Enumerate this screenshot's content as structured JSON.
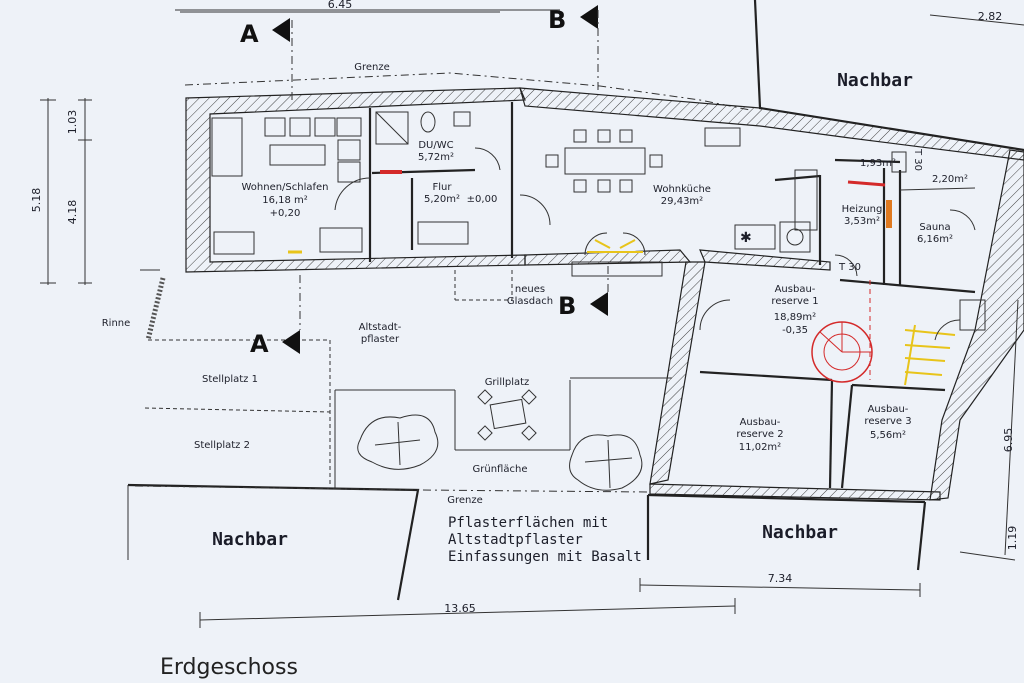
{
  "title": "Erdgeschoss",
  "sections": {
    "a_label": "A",
    "b_label": "B"
  },
  "neighbors": {
    "label": "Nachbar"
  },
  "boundary": {
    "label": "Grenze"
  },
  "rooms": {
    "wohnen": {
      "name": "Wohnen/Schlafen",
      "area": "16,18 m²",
      "level": "+0,20"
    },
    "duwc": {
      "name": "DU/WC",
      "area": "5,72m²"
    },
    "flur": {
      "name": "Flur",
      "area": "5,20m²",
      "level": "±0,00"
    },
    "kueche": {
      "name": "Wohnküche",
      "area": "29,43m²"
    },
    "heizung": {
      "name": "Heizung",
      "area": "3,53m²"
    },
    "sauna": {
      "name": "Sauna",
      "area": "6,16m²"
    },
    "small1": {
      "area": "1,93m²"
    },
    "small2": {
      "area": "2,20m²"
    },
    "res1": {
      "name1": "Ausbau-",
      "name2": "reserve 1",
      "area": "18,89m²",
      "level": "-0,35"
    },
    "res2": {
      "name1": "Ausbau-",
      "name2": "reserve 2",
      "area": "11,02m²"
    },
    "res3": {
      "name1": "Ausbau-",
      "name2": "reserve 3",
      "area": "5,56m²"
    }
  },
  "doors": {
    "t30a": "T 30",
    "t30b": "T 30"
  },
  "outdoor": {
    "gdach1": "neues",
    "gdach2": "Glasdach",
    "pflaster1": "Altstadt-",
    "pflaster2": "pflaster",
    "rinne": "Rinne",
    "stell1": "Stellplatz 1",
    "stell2": "Stellplatz 2",
    "grill": "Grillplatz",
    "gruen": "Grünfläche"
  },
  "notes": {
    "line1": "Pflasterflächen mit",
    "line2": "Altstadtpflaster",
    "line3": "Einfassungen mit Basalt"
  },
  "dimensions": {
    "top": "6.45",
    "top_right": "2.82",
    "left_outer": "5.18",
    "left_top": "1.03",
    "left_inner": "4.18",
    "bottom_left": "13.65",
    "bottom_right": "7.34",
    "right_main": "6.95",
    "right_small": "1.19"
  },
  "colors": {
    "accent_red": "#d42a2a",
    "accent_orange": "#e07a20",
    "accent_yellow": "#e8c41a"
  }
}
